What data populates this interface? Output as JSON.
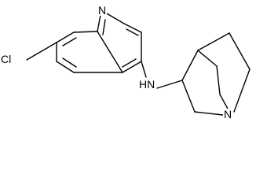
{
  "molecule": {
    "atoms": {
      "quinoline_nitrogen": "N",
      "chlorine": "Cl",
      "amine_nitrogen": "HN",
      "quinuclidine_nitrogen": "N"
    },
    "color": "#000000"
  }
}
